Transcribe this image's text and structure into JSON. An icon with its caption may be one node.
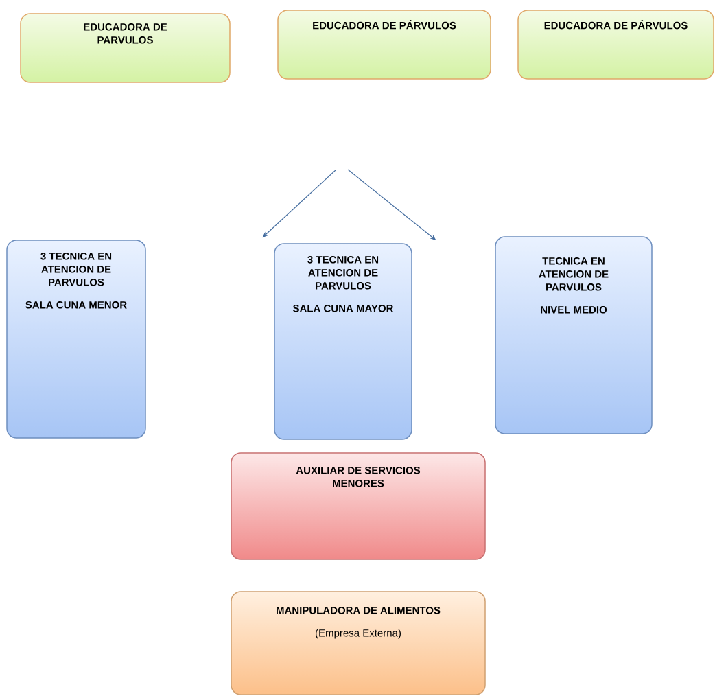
{
  "diagram": {
    "nodes": [
      {
        "text": [
          "EDUCADORA DE PARVULOS"
        ]
      },
      {
        "text": [
          "EDUCADORA DE PÁRVULOS"
        ]
      },
      {
        "text": [
          "EDUCADORA DE PÁRVULOS"
        ]
      },
      {
        "text": [
          "3 TECNICA EN ATENCION DE PARVULOS",
          "SALA CUNA MENOR"
        ]
      },
      {
        "text": [
          "3 TECNICA EN ATENCION DE PARVULOS",
          "SALA CUNA MAYOR"
        ]
      },
      {
        "text": [
          "TECNICA EN ATENCION DE PARVULOS",
          "NIVEL MEDIO"
        ]
      },
      {
        "text": [
          "AUXILIAR DE SERVICIOS MENORES"
        ]
      },
      {
        "text": [
          "MANIPULADORA DE ALIMENTOS",
          "(Empresa Externa)"
        ]
      }
    ],
    "edges": [
      {
        "from": null,
        "to": 4,
        "arrow": "to"
      },
      {
        "from": null,
        "to": 4,
        "arrow": "to"
      }
    ]
  }
}
